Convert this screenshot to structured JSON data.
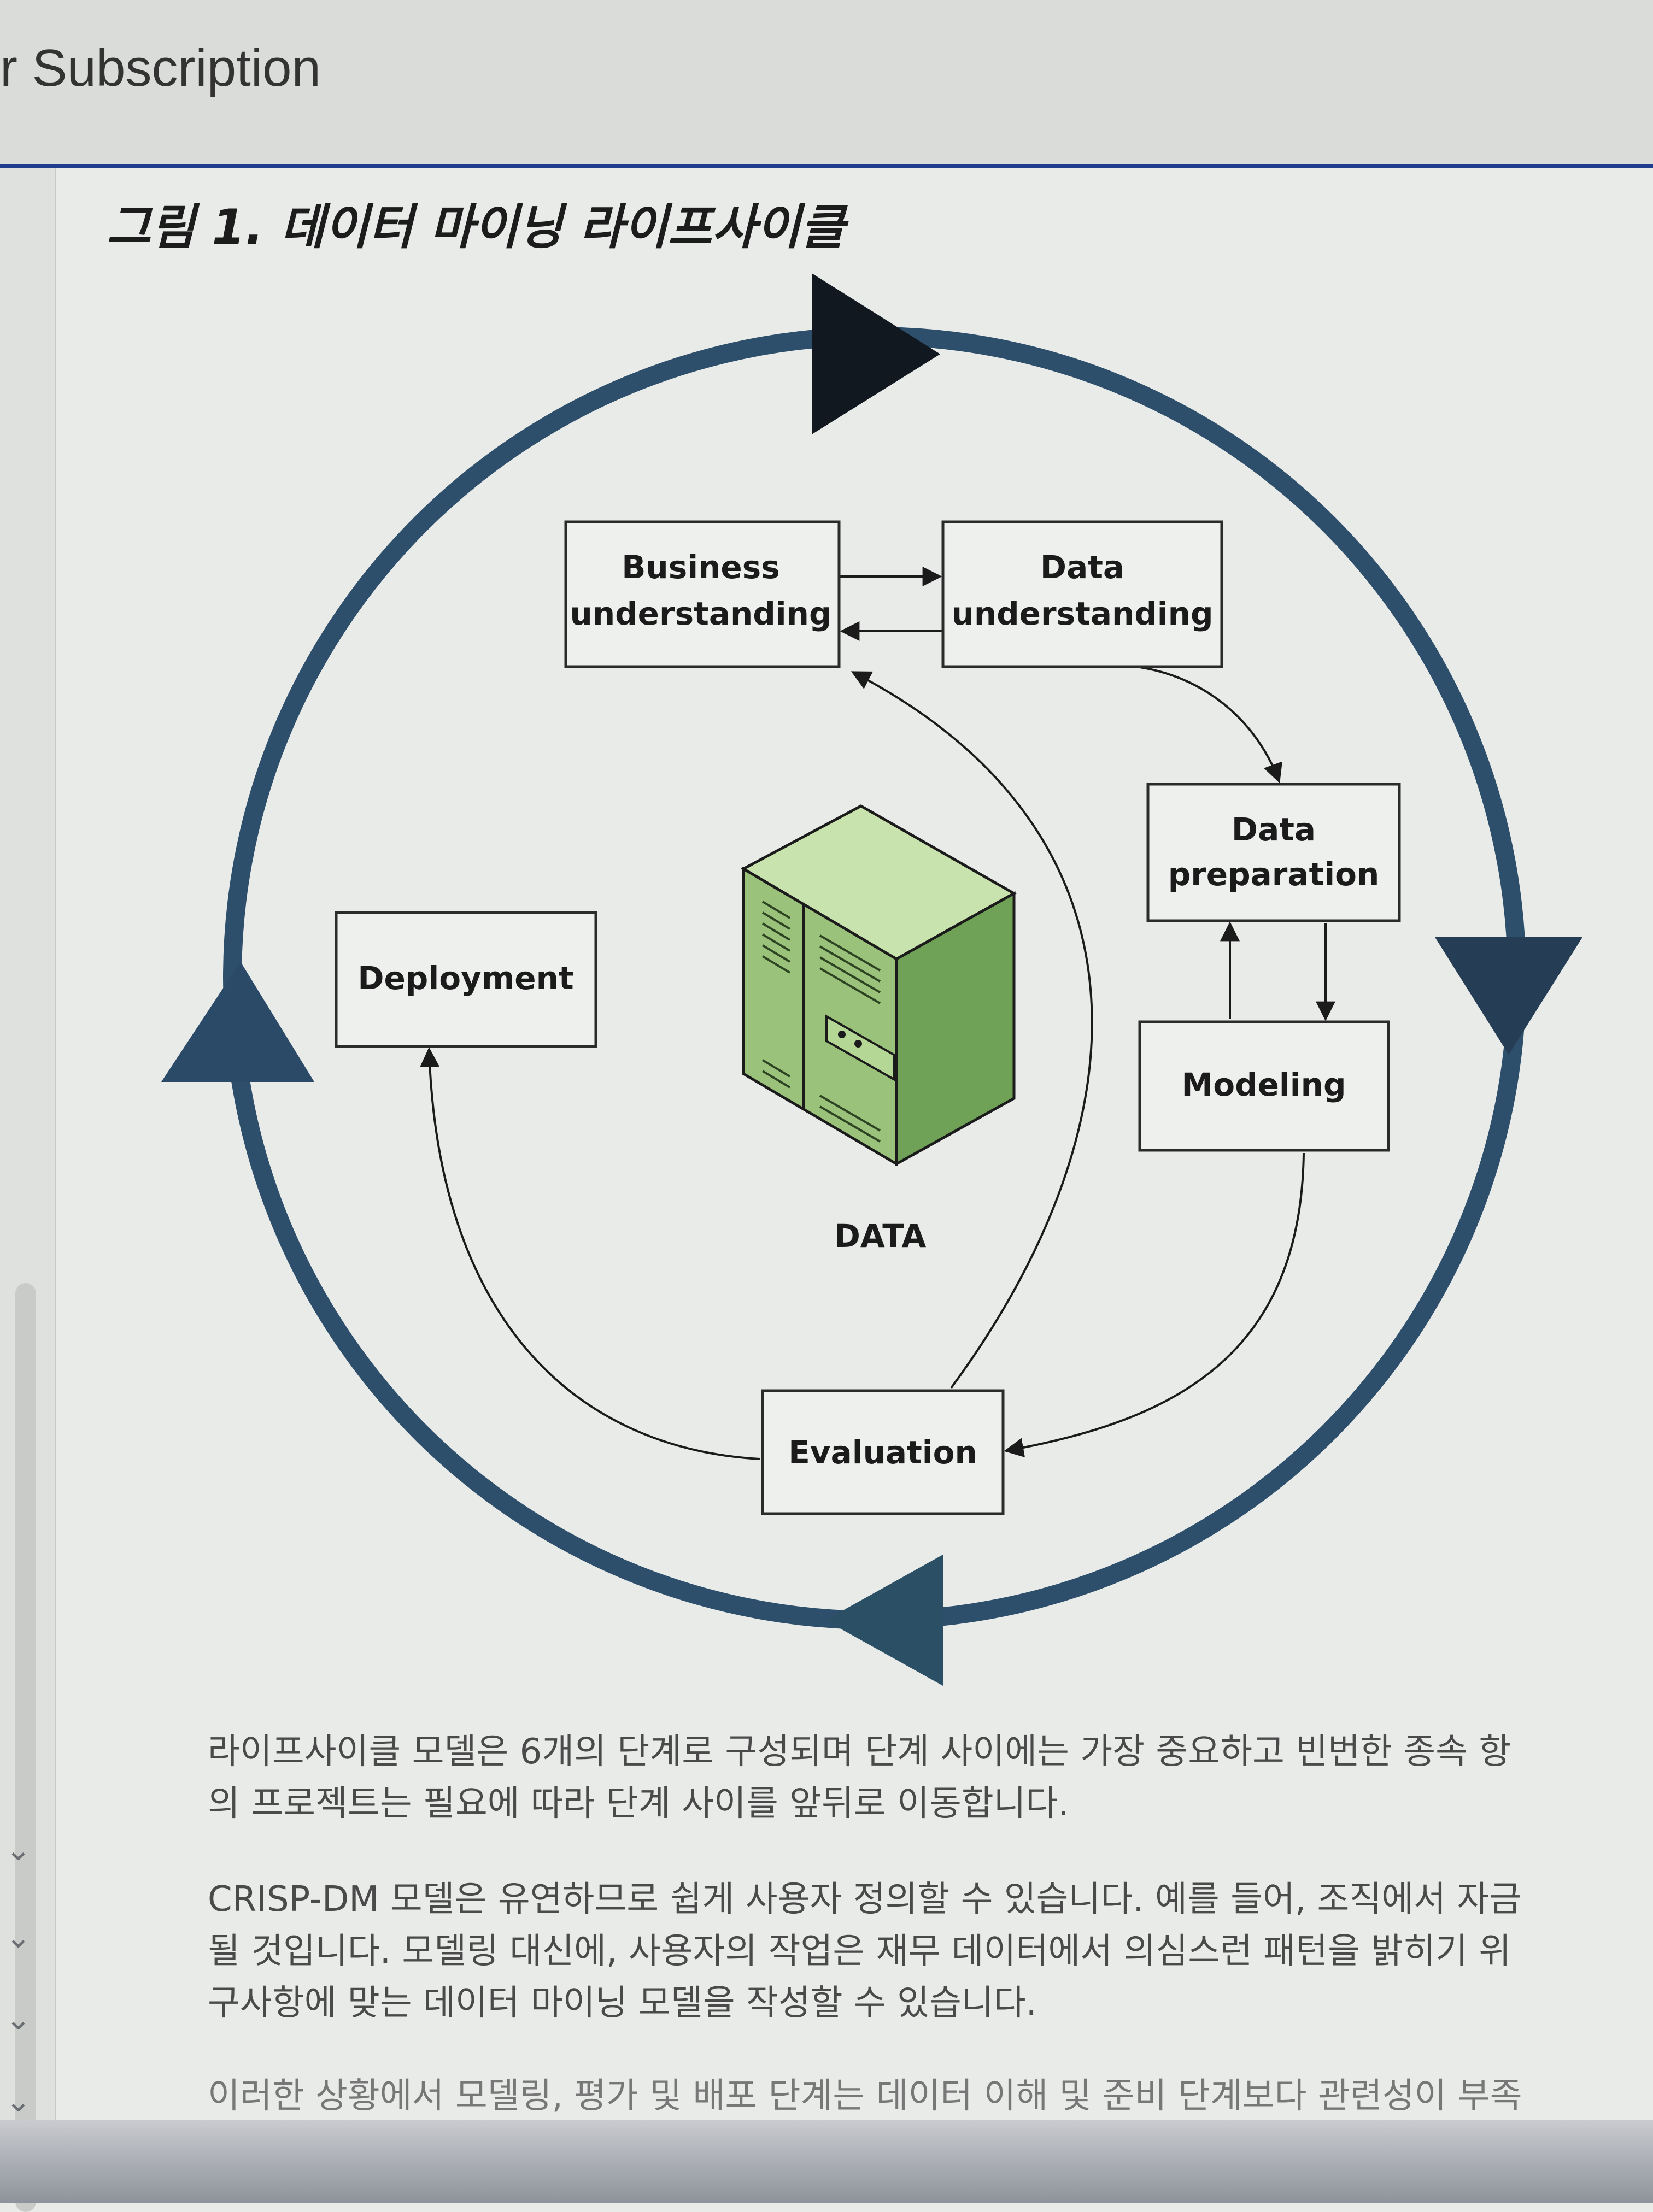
{
  "header": {
    "title": "r Subscription"
  },
  "figure": {
    "caption": "그림 1. 데이터 마이닝 라이프사이클",
    "phases": {
      "business_understanding": [
        "Business",
        "understanding"
      ],
      "data_understanding": [
        "Data",
        "understanding"
      ],
      "data_preparation": [
        "Data",
        "preparation"
      ],
      "modeling": "Modeling",
      "evaluation": "Evaluation",
      "deployment": "Deployment"
    },
    "center_label": "DATA"
  },
  "article": {
    "para1_line1": "라이프사이클 모델은 6개의 단계로 구성되며 단계 사이에는 가장 중요하고 빈번한 종속 항",
    "para1_line2": "의 프로젝트는 필요에 따라 단계 사이를 앞뒤로 이동합니다.",
    "para2_line1": "CRISP-DM 모델은 유연하므로 쉽게 사용자 정의할 수 있습니다. 예를 들어, 조직에서 자금",
    "para2_line2": "될 것입니다. 모델링 대신에, 사용자의 작업은 재무 데이터에서 의심스런 패턴을 밝히기 위",
    "para2_line3": "구사항에 맞는 데이터 마이닝 모델을 작성할 수 있습니다.",
    "para3_line1": "이러한 상황에서 모델링, 평가 및 배포 단계는 데이터 이해 및 준비 단계보다 관련성이 부족"
  },
  "colors": {
    "cycle_ring": "#2e4f6b",
    "server_green": "#9bc27a",
    "header_rule": "#1f3c8f"
  }
}
